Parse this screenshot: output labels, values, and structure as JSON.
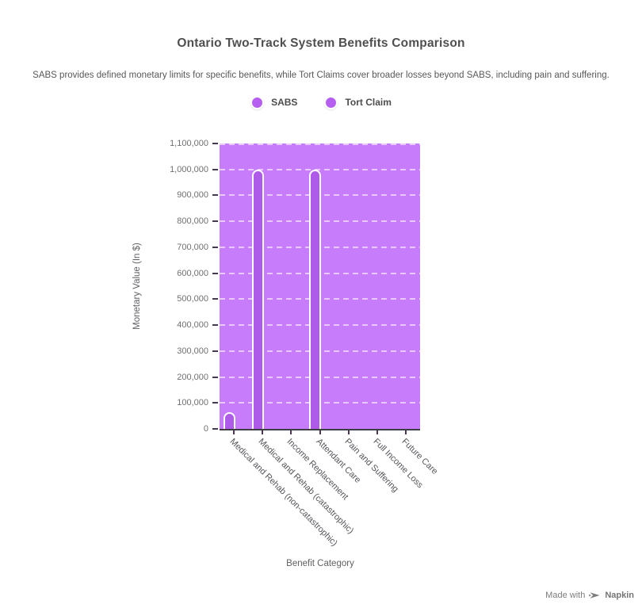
{
  "header": {
    "title": "Ontario Two-Track System Benefits Comparison",
    "subtitle": "SABS provides defined monetary limits for specific benefits, while Tort Claims cover broader losses beyond SABS, including pain and suffering."
  },
  "legend": {
    "items": [
      {
        "label": "SABS",
        "color": "#b55ef0"
      },
      {
        "label": "Tort Claim",
        "color": "#b55ef0"
      }
    ]
  },
  "chart_data": {
    "type": "bar",
    "title": "Ontario Two-Track System Benefits Comparison",
    "subtitle": "SABS provides defined monetary limits for specific benefits, while Tort Claims cover broader losses beyond SABS, including pain and suffering.",
    "categories": [
      "Medical and Rehab (non-catastrophic)",
      "Medical and Rehab (catastrophic)",
      "Income Replacement",
      "Attendant Care",
      "Pain and Suffering",
      "Full Income Loss",
      "Future Care"
    ],
    "series": [
      {
        "name": "SABS",
        "color": "#ae5bea",
        "values": [
          65000,
          1000000,
          0,
          1000000,
          0,
          0,
          0
        ]
      },
      {
        "name": "Tort Claim",
        "color": "#ae5bea",
        "values": [
          0,
          0,
          0,
          0,
          0,
          0,
          0
        ]
      }
    ],
    "xlabel": "Benefit Category",
    "ylabel": "Monetary Value (In $)",
    "ylim": [
      0,
      1100000
    ],
    "y_ticks": [
      0,
      100000,
      200000,
      300000,
      400000,
      500000,
      600000,
      700000,
      800000,
      900000,
      1000000,
      1100000
    ],
    "y_tick_labels": [
      "0",
      "100,000",
      "200,000",
      "300,000",
      "400,000",
      "500,000",
      "600,000",
      "700,000",
      "800,000",
      "900,000",
      "1,000,000",
      "1,100,000"
    ],
    "grid": "horizontal-dashed",
    "legend_position": "top",
    "plot_background": "#c77dfb",
    "bar_stroke": "#ffffff",
    "axis_line_color": "#3e3e44"
  },
  "footer": {
    "made_with": "Made with",
    "brand": "Napkin"
  }
}
